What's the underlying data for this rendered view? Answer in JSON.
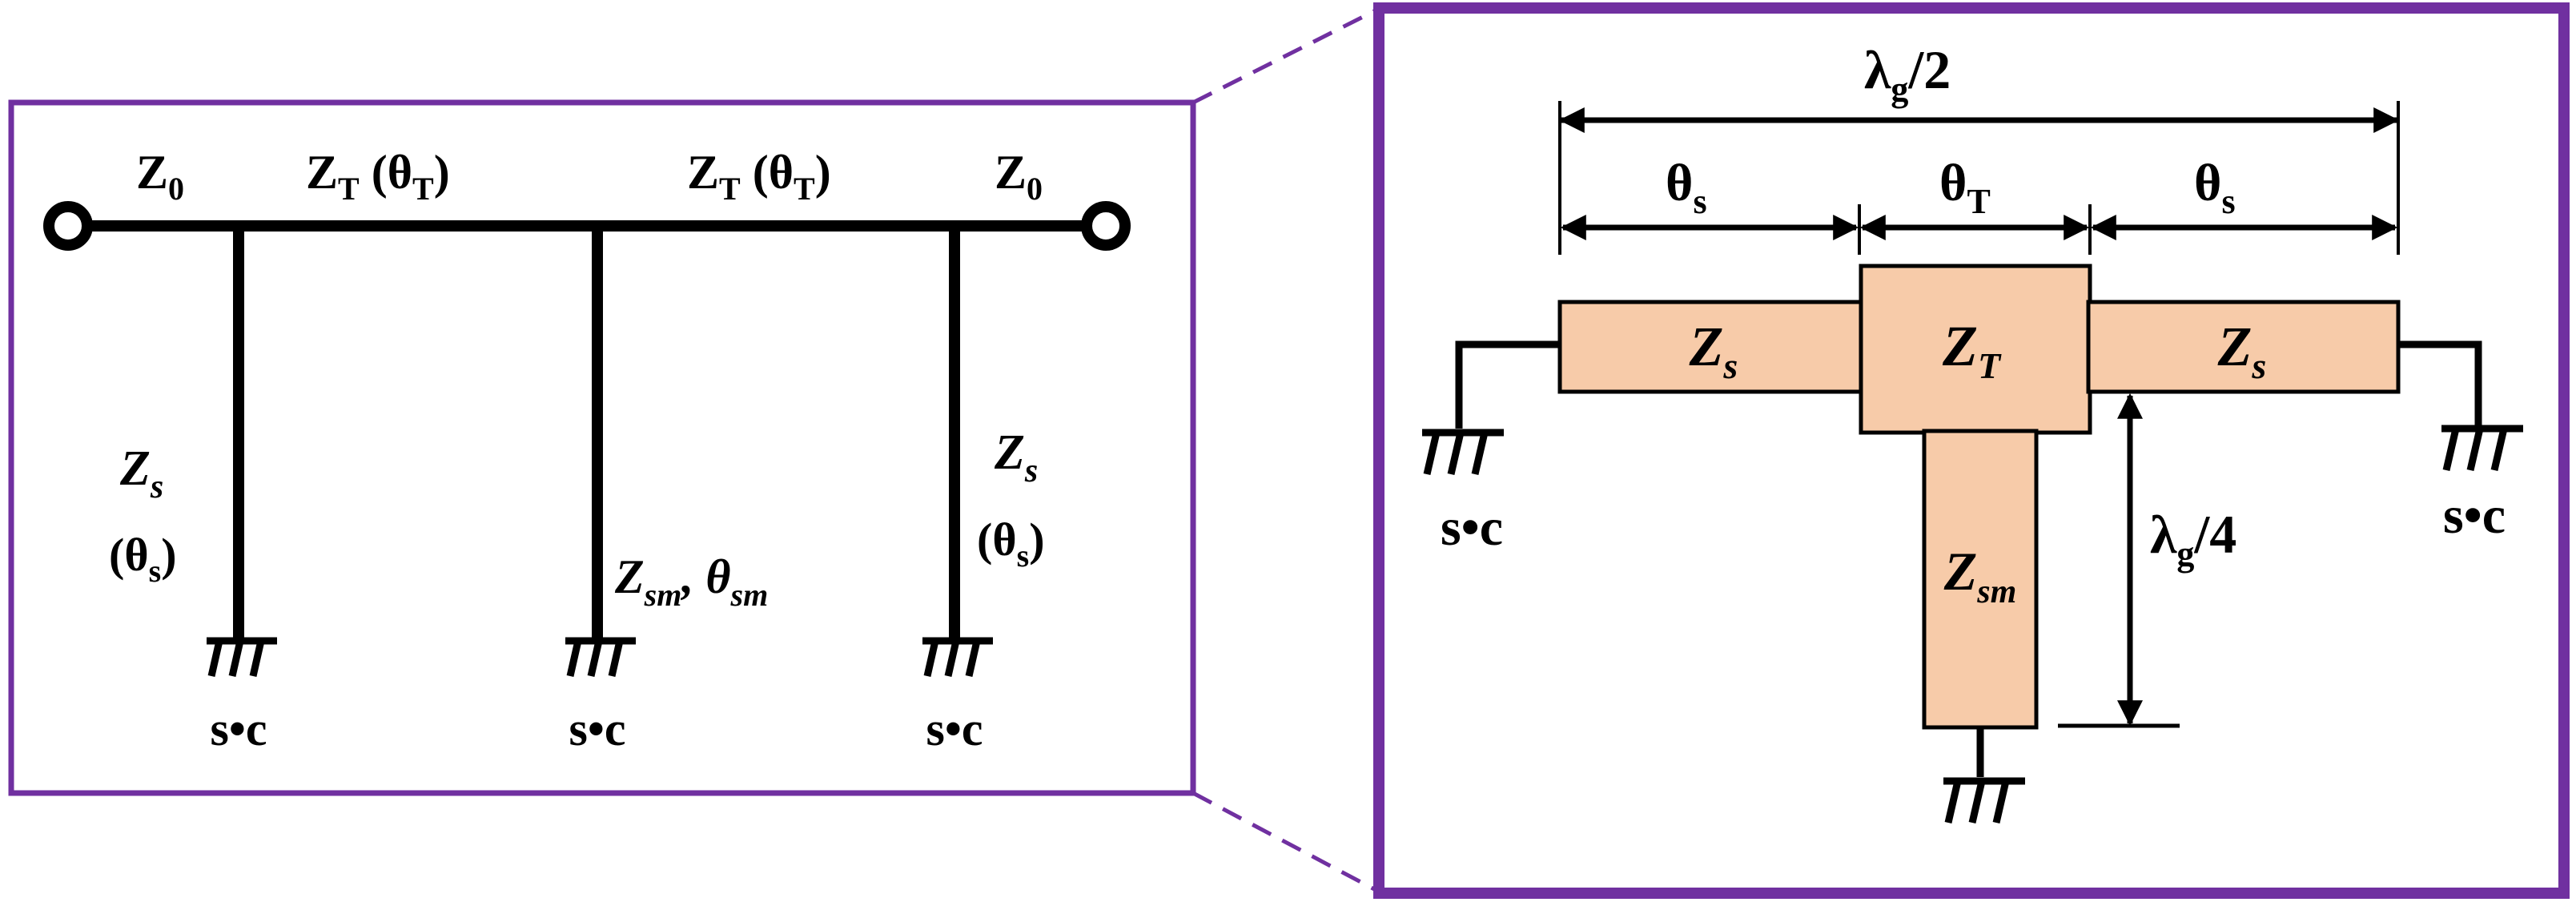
{
  "colors": {
    "frame": "#7030a0",
    "stub_fill": "#f7cba9",
    "line": "#000000"
  },
  "schematic": {
    "port_left_impedance": "Z",
    "port_left_sub": "0",
    "port_right_impedance": "Z",
    "port_right_sub": "0",
    "line_left": {
      "z": "Z",
      "z_sub": "T",
      "theta": "θ",
      "theta_sub": "T"
    },
    "line_right": {
      "z": "Z",
      "z_sub": "T",
      "theta": "θ",
      "theta_sub": "T"
    },
    "stub_left": {
      "z": "Z",
      "z_sub": "s",
      "theta": "θ",
      "theta_sub": "s"
    },
    "stub_right": {
      "z": "Z",
      "z_sub": "s",
      "theta": "θ",
      "theta_sub": "s"
    },
    "stub_middle": {
      "z": "Z",
      "z_sub": "sm",
      "theta": "θ",
      "theta_sub": "sm"
    },
    "short_label": "s•c"
  },
  "layout_view": {
    "half_wavelength": {
      "lambda": "λ",
      "sub": "g",
      "frac": "/2"
    },
    "quarter_wavelength": {
      "lambda": "λ",
      "sub": "g",
      "frac": "/4"
    },
    "theta_s_left": {
      "theta": "θ",
      "sub": "s"
    },
    "theta_t": {
      "theta": "θ",
      "sub": "T"
    },
    "theta_s_right": {
      "theta": "θ",
      "sub": "s"
    },
    "block_zs_left": {
      "z": "Z",
      "sub": "s"
    },
    "block_zt": {
      "z": "Z",
      "sub": "T"
    },
    "block_zs_right": {
      "z": "Z",
      "sub": "s"
    },
    "block_zsm": {
      "z": "Z",
      "sub": "sm"
    },
    "short_label": "s•c"
  }
}
